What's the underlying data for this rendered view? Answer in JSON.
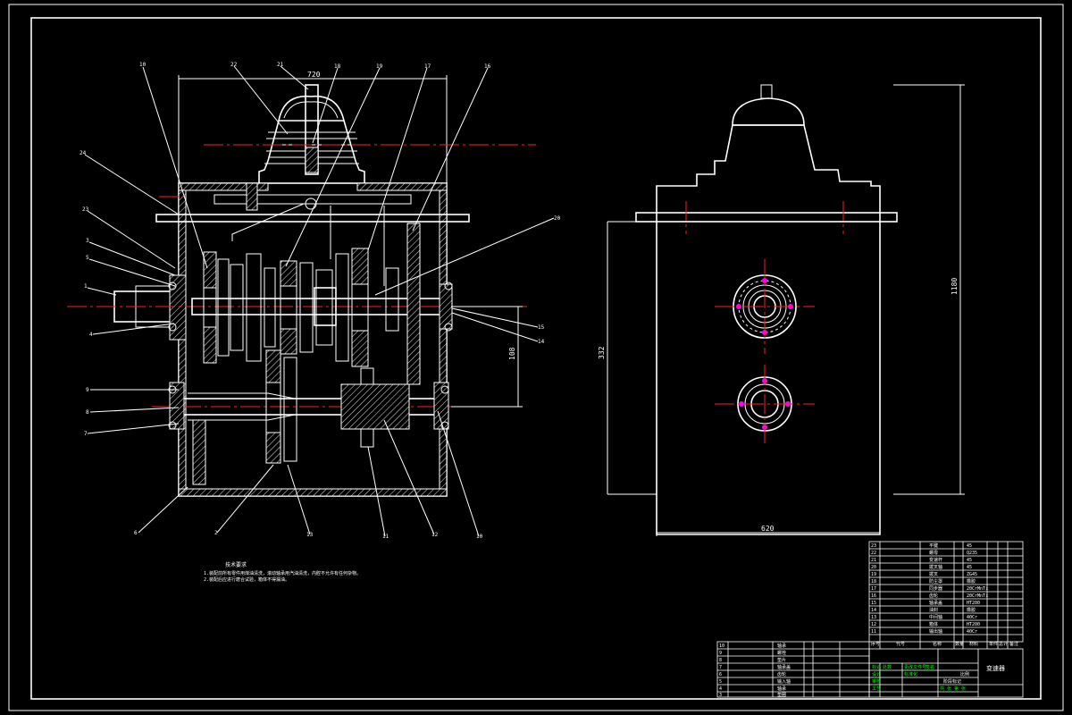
{
  "drawing": {
    "title": "变速器",
    "dimensions": {
      "top_width": "720",
      "center_distance": "108",
      "height_total": "332",
      "side_height": "1180",
      "side_width": "620"
    },
    "notes": [
      "技术要求",
      "1.装配前所有零件用煤油清洗，滚动轴承用汽油清洗，内腔不允许有任何杂物。",
      "2.装配后应进行磨合试验，箱体不得漏油。"
    ],
    "callouts_top": [
      "10",
      "22",
      "21",
      "18",
      "19",
      "17",
      "16"
    ],
    "callouts_left": [
      "24",
      "23",
      "3",
      "5",
      "1",
      "4",
      "9",
      "8",
      "7",
      "6"
    ],
    "callouts_right": [
      "20",
      "15",
      "14"
    ],
    "callouts_bottom": [
      "2",
      "13",
      "11",
      "12",
      "10"
    ]
  },
  "title_block": {
    "parts_header": [
      "序号",
      "代号",
      "名称",
      "数量",
      "材料",
      "单件",
      "总计",
      "备注"
    ],
    "sheet_name": "变速器",
    "scale_row": [
      "标记",
      "处数",
      "分区",
      "更改文件号",
      "签名",
      "年月日"
    ]
  },
  "colors": {
    "background": "#000000",
    "line": "#ffffff",
    "centerline": "#ff2020",
    "highlight": "#ff00ff",
    "accent": "#00ff00"
  }
}
